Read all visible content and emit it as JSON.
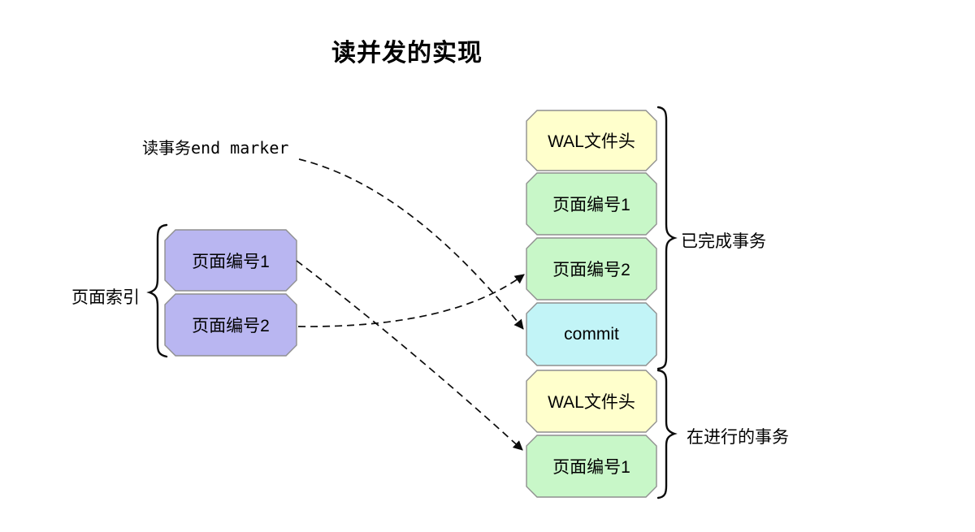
{
  "title": "读并发的实现",
  "annotations": {
    "end_marker_label": "读事务end marker",
    "page_index_label": "页面索引",
    "completed_tx_label": "已完成事务",
    "in_progress_tx_label": "在进行的事务"
  },
  "page_index": {
    "boxes": [
      {
        "label": "页面编号1"
      },
      {
        "label": "页面编号2"
      }
    ]
  },
  "wal": {
    "boxes": [
      {
        "label": "WAL文件头",
        "type": "wal-header"
      },
      {
        "label": "页面编号1",
        "type": "page"
      },
      {
        "label": "页面编号2",
        "type": "page"
      },
      {
        "label": "commit",
        "type": "commit"
      },
      {
        "label": "WAL文件头",
        "type": "wal-header"
      },
      {
        "label": "页面编号1",
        "type": "page"
      }
    ]
  },
  "arrows": [
    {
      "from": "读事务end marker",
      "to": "commit"
    },
    {
      "from": "页面索引 页面编号1",
      "to": "在进行的事务 页面编号1"
    },
    {
      "from": "页面索引 页面编号2",
      "to": "已完成事务 页面编号2"
    }
  ],
  "colors": {
    "page_index_box": "#b9b6f1",
    "wal_header_box": "#ffffcc",
    "page_box": "#c8f7c8",
    "commit_box": "#c2f4f7",
    "box_border": "#8f8f8f",
    "line": "#0b0b0b"
  }
}
